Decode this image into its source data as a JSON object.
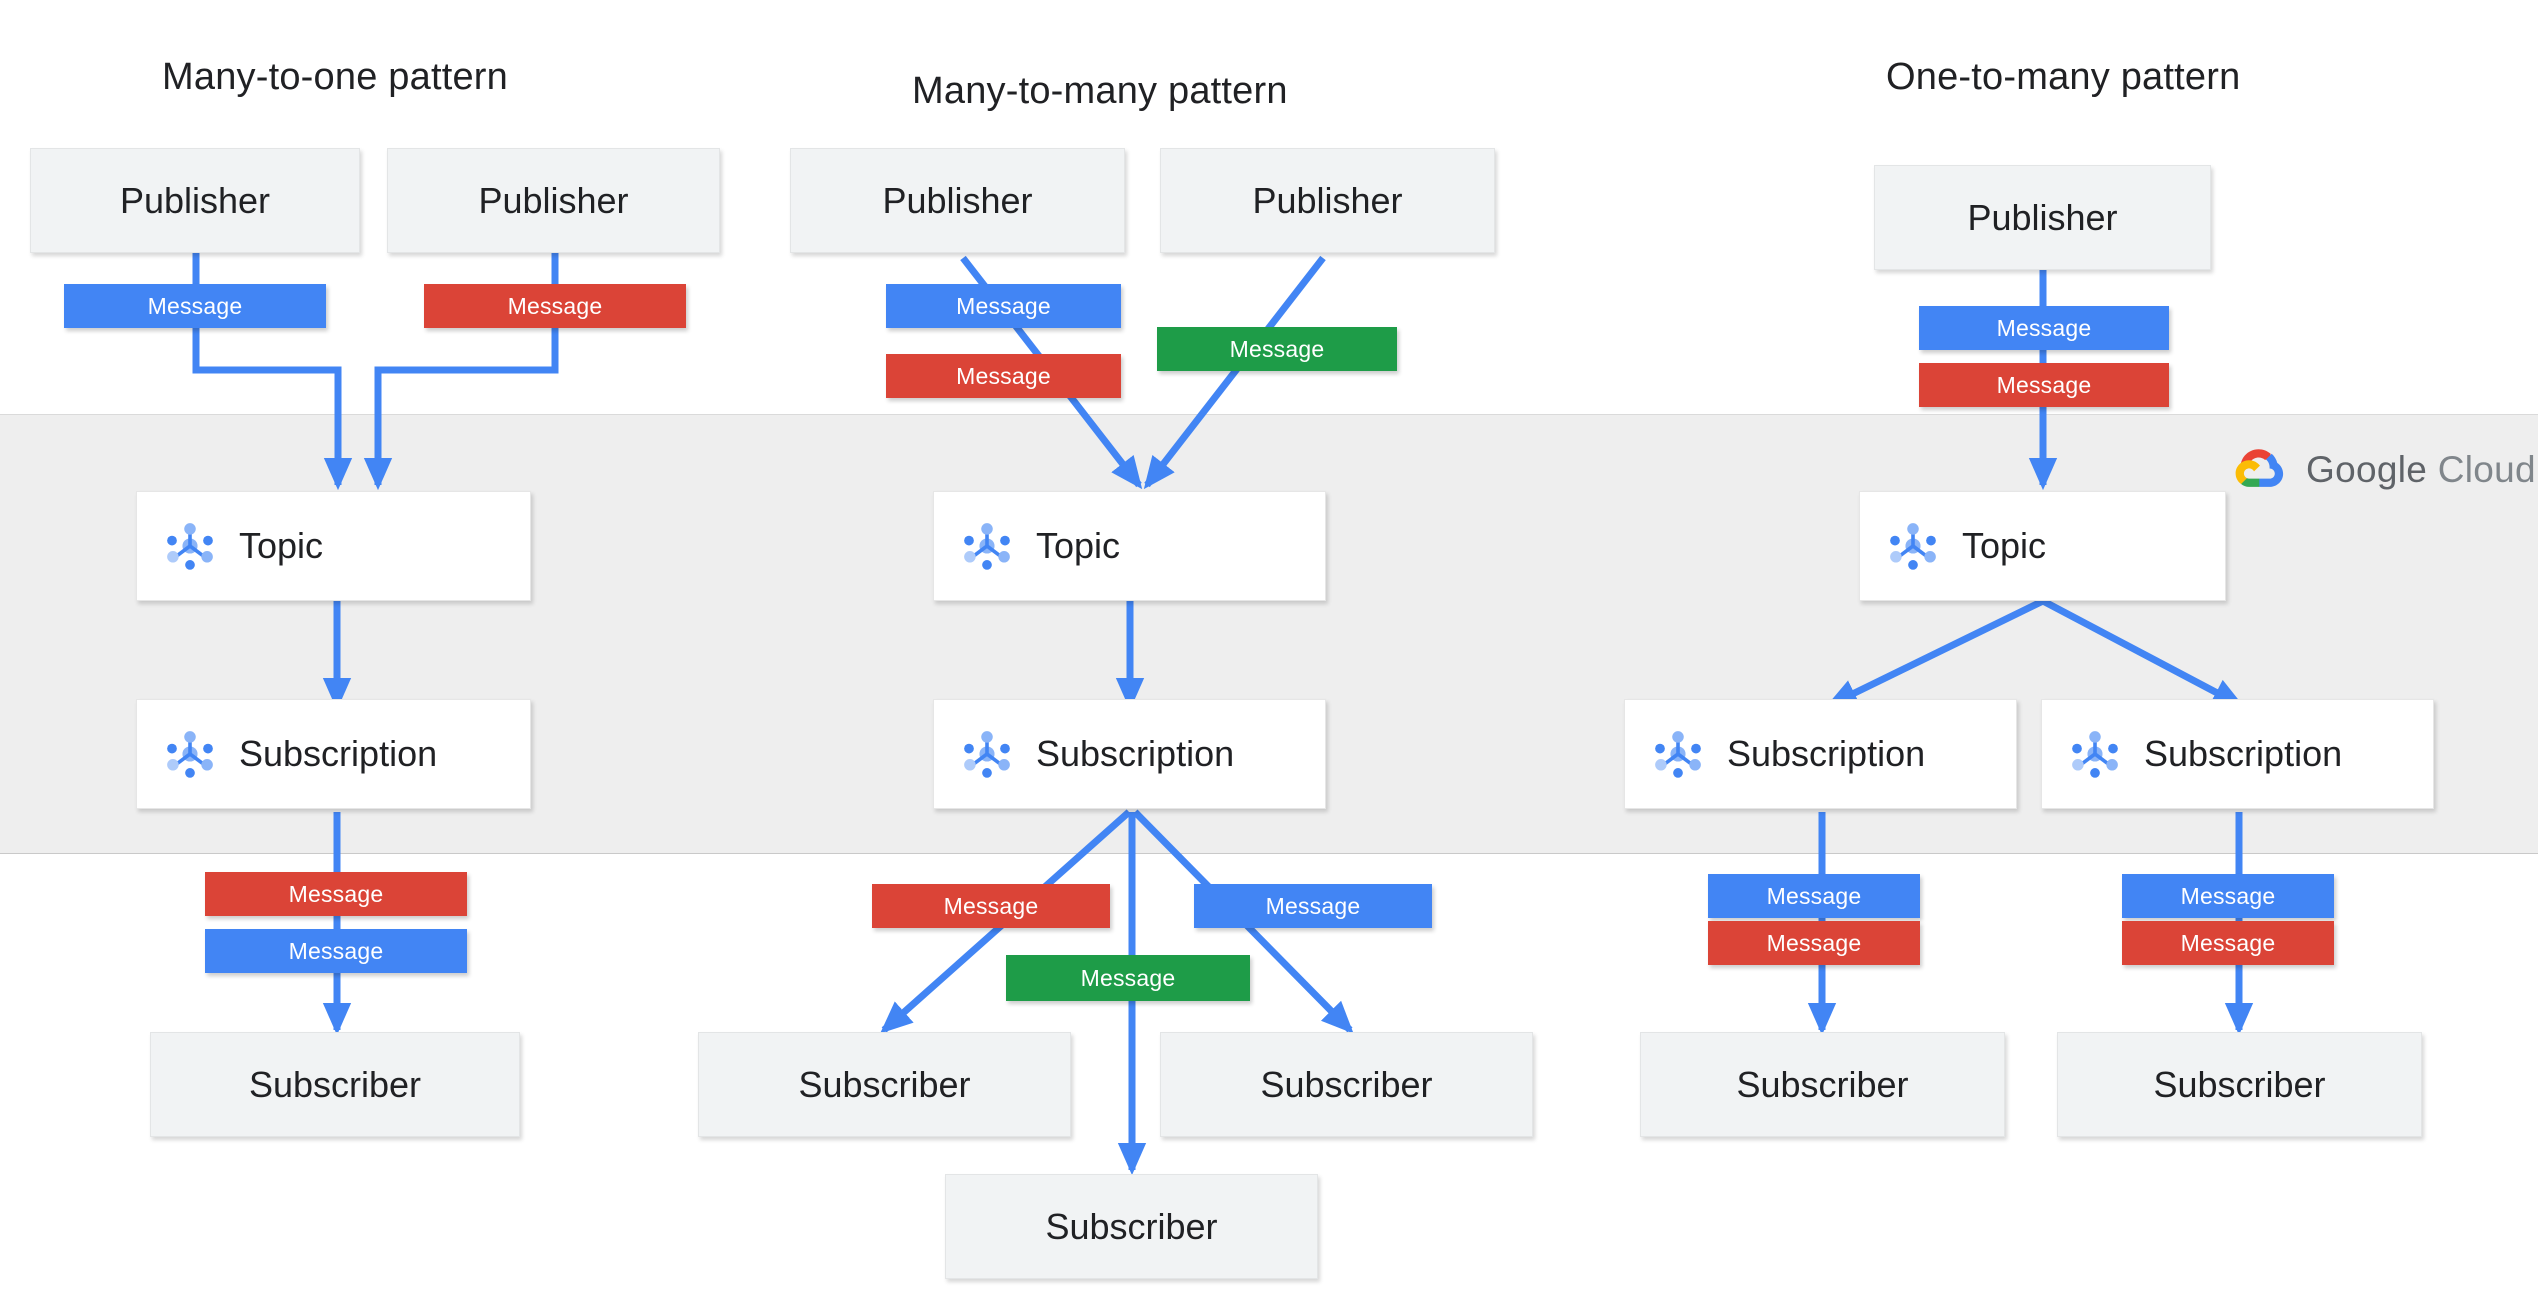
{
  "diagram": {
    "title_bar": null,
    "cloud_band": {
      "label": "Google Cloud",
      "label_word_1": "Google",
      "label_word_2": "Cloud",
      "background": "#eeeeee"
    },
    "colors": {
      "blue": "#4285f4",
      "red": "#db4437",
      "green": "#1e9c48",
      "node_fill": "#f1f3f4",
      "pubsub_fill": "#ffffff",
      "band_fill": "#eeeeee",
      "text": "#202124",
      "arrow": "#4285f4"
    },
    "labels": {
      "publisher": "Publisher",
      "subscriber": "Subscriber",
      "topic": "Topic",
      "subscription": "Subscription",
      "message": "Message"
    },
    "patterns": [
      {
        "id": "many-to-one",
        "title": "Many-to-one pattern",
        "publishers": [
          "Publisher",
          "Publisher"
        ],
        "publish_messages": [
          {
            "label": "Message",
            "color": "blue"
          },
          {
            "label": "Message",
            "color": "red"
          }
        ],
        "topics": [
          "Topic"
        ],
        "subscriptions": [
          "Subscription"
        ],
        "deliver_messages": [
          {
            "label": "Message",
            "color": "red"
          },
          {
            "label": "Message",
            "color": "blue"
          }
        ],
        "subscribers": [
          "Subscriber"
        ]
      },
      {
        "id": "many-to-many",
        "title": "Many-to-many  pattern",
        "publishers": [
          "Publisher",
          "Publisher"
        ],
        "publish_messages": [
          {
            "label": "Message",
            "color": "blue"
          },
          {
            "label": "Message",
            "color": "red"
          },
          {
            "label": "Message",
            "color": "green"
          }
        ],
        "topics": [
          "Topic"
        ],
        "subscriptions": [
          "Subscription"
        ],
        "deliver_messages": [
          {
            "label": "Message",
            "color": "red"
          },
          {
            "label": "Message",
            "color": "blue"
          },
          {
            "label": "Message",
            "color": "green"
          }
        ],
        "subscribers": [
          "Subscriber",
          "Subscriber",
          "Subscriber"
        ]
      },
      {
        "id": "one-to-many",
        "title": "One-to-many pattern",
        "publishers": [
          "Publisher"
        ],
        "publish_messages": [
          {
            "label": "Message",
            "color": "blue"
          },
          {
            "label": "Message",
            "color": "red"
          }
        ],
        "topics": [
          "Topic"
        ],
        "subscriptions": [
          "Subscription",
          "Subscription"
        ],
        "deliver_messages": [
          {
            "label": "Message",
            "color": "blue"
          },
          {
            "label": "Message",
            "color": "red"
          },
          {
            "label": "Message",
            "color": "blue"
          },
          {
            "label": "Message",
            "color": "red"
          }
        ],
        "subscribers": [
          "Subscriber",
          "Subscriber"
        ]
      }
    ]
  }
}
